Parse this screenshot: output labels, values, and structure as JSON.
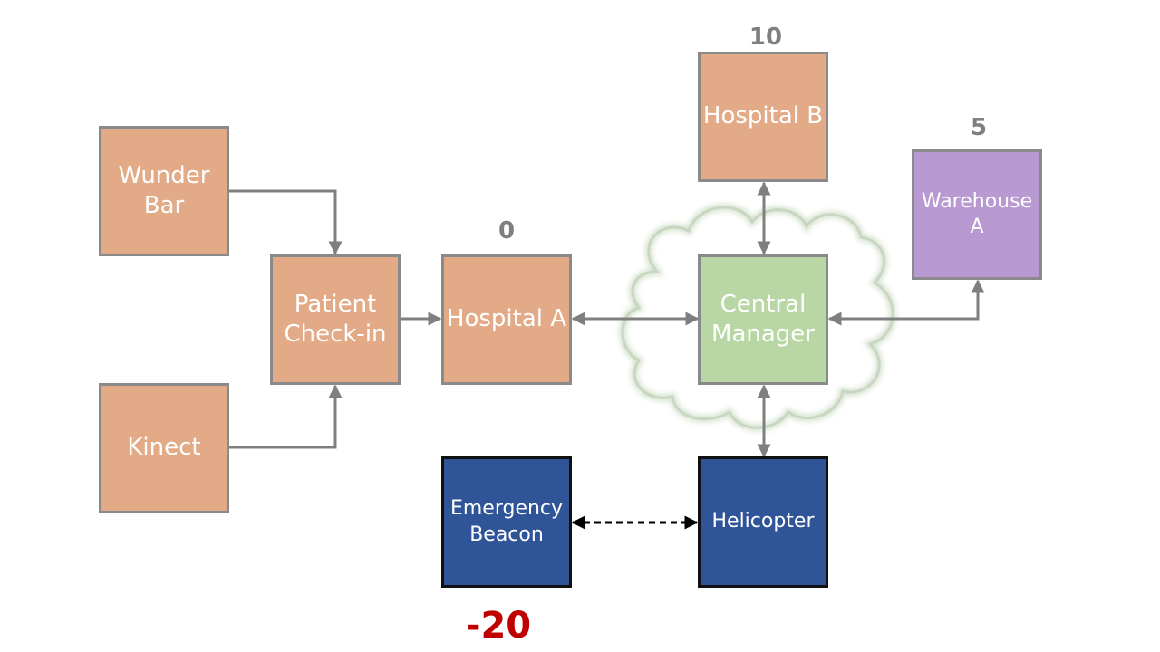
{
  "nodes": {
    "wunder_bar": "Wunder\nBar",
    "kinect": "Kinect",
    "patient_checkin": "Patient\nCheck-in",
    "hospital_a": "Hospital A",
    "hospital_b": "Hospital B",
    "central_manager": "Central\nManager",
    "warehouse_a": "Warehouse\nA",
    "emergency_beacon": "Emergency\nBeacon",
    "helicopter": "Helicopter"
  },
  "scores": {
    "hospital_a": "0",
    "hospital_b": "10",
    "warehouse_a": "5",
    "emergency_beacon": "-20"
  },
  "colors": {
    "orange_node": "#e2aa86",
    "green_node": "#b9d7a4",
    "purple_node": "#b899d2",
    "blue_node": "#2f5598",
    "cloud_outline": "#c9d6c2",
    "arrow": "#7f7f7f",
    "score_text": "#7f7f7f",
    "penalty_text": "#c00000"
  }
}
